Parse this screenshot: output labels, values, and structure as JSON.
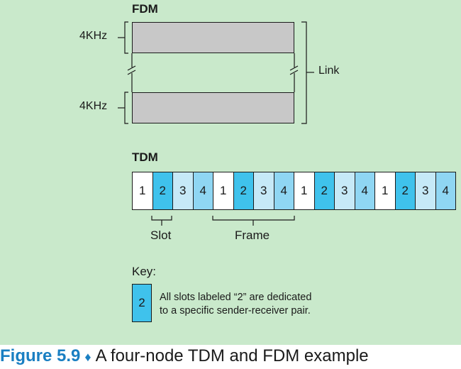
{
  "fdm": {
    "title": "FDM",
    "band_labels": [
      "4KHz",
      "4KHz"
    ],
    "link_label": "Link"
  },
  "tdm": {
    "title": "TDM",
    "slots": [
      "1",
      "2",
      "3",
      "4",
      "1",
      "2",
      "3",
      "4",
      "1",
      "2",
      "3",
      "4",
      "1",
      "2",
      "3",
      "4"
    ],
    "slot_label": "Slot",
    "frame_label": "Frame"
  },
  "key": {
    "title": "Key:",
    "sample": "2",
    "line1": "All slots labeled “2” are dedicated",
    "line2": "to a specific sender-receiver pair."
  },
  "caption": {
    "number": "Figure 5.9",
    "text": "A four-node TDM and FDM example"
  },
  "colors": {
    "background": "#c9e9cb",
    "band_fill": "#c8c8c8",
    "slot_1": "#ffffff",
    "slot_2": "#3fc2ec",
    "slot_3": "#c6e9f7",
    "slot_4": "#8fd6f3",
    "caption_blue": "#1a7fc2"
  }
}
